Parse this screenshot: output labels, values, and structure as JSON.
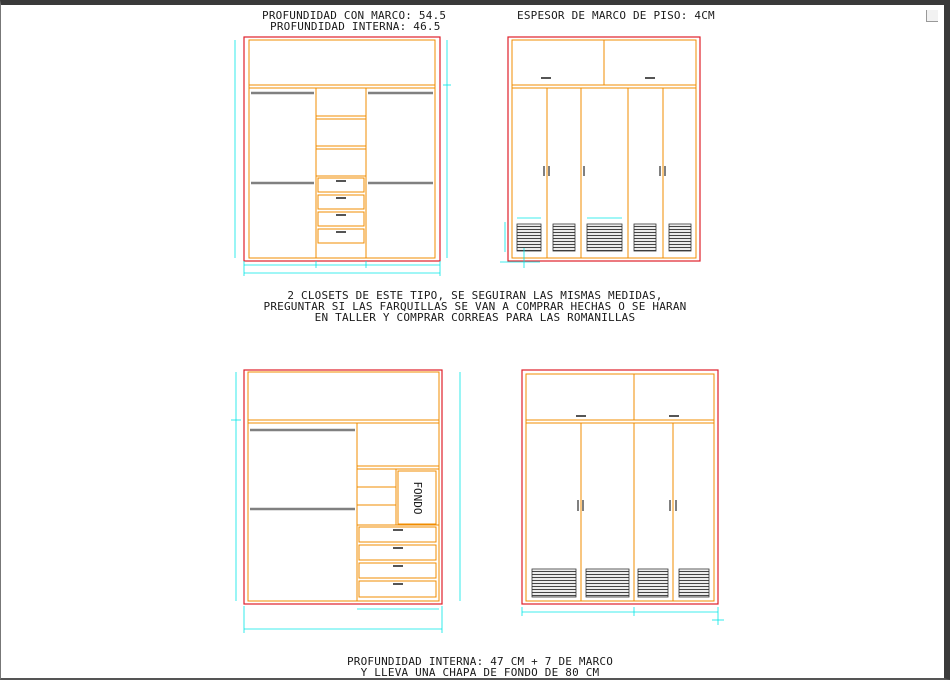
{
  "notes": {
    "top_left_line1": "PROFUNDIDAD CON MARCO: 54.5",
    "top_left_line2": "PROFUNDIDAD INTERNA: 46.5",
    "top_right": "ESPESOR DE MARCO DE PISO: 4CM",
    "middle_line1": "2 CLOSETS DE ESTE TIPO, SE SEGUIRAN LAS MISMAS MEDIDAS,",
    "middle_line2": "PREGUNTAR SI LAS FARQUILLAS SE VAN A COMPRAR HECHAS O SE HARAN",
    "middle_line3": "EN TALLER Y COMPRAR CORREAS PARA LAS ROMANILLAS",
    "bottom_line1": "PROFUNDIDAD INTERNA: 47 CM + 7 DE MARCO",
    "bottom_line2": "Y LLEVA UNA CHAPA DE FONDO DE 80 CM"
  },
  "labels": {
    "fondo": "FONDO"
  },
  "colors": {
    "frame_outer": "#e0202a",
    "cabinet": "#f08c00",
    "dimension": "#00e6e6",
    "rod": "#808080",
    "text": "#1a1a1a"
  }
}
